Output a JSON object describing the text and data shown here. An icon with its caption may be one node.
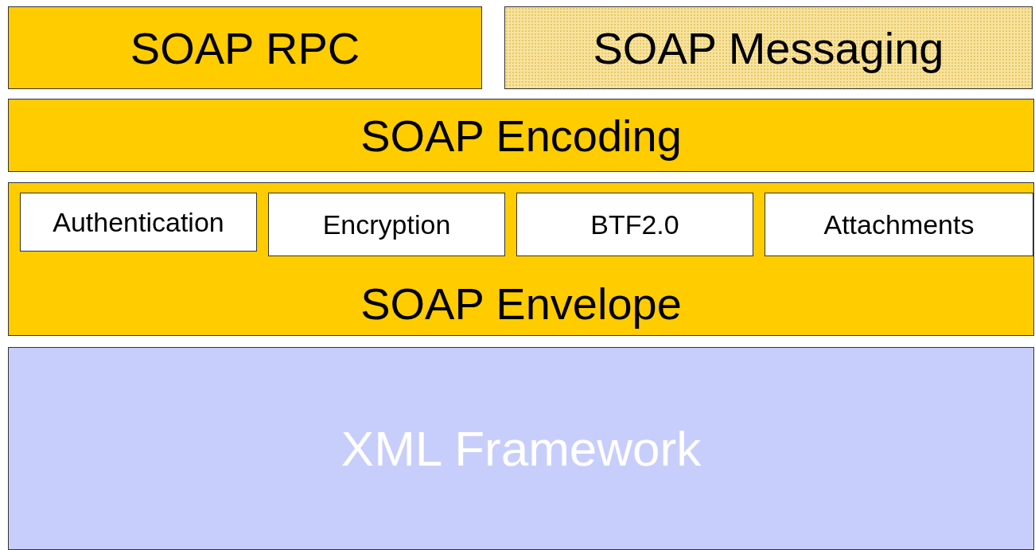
{
  "diagram": {
    "nodes": [
      {
        "text": [
          "SOAP RPC"
        ]
      },
      {
        "text": [
          "SOAP Messaging"
        ]
      },
      {
        "text": [
          "SOAP Encoding"
        ]
      },
      {
        "text": [
          "SOAP Envelope"
        ]
      },
      {
        "text": [
          "Authentication"
        ],
        "in": 3
      },
      {
        "text": [
          "Encryption"
        ],
        "in": 3
      },
      {
        "text": [
          "BTF2.0"
        ],
        "in": 3
      },
      {
        "text": [
          "Attachments"
        ],
        "in": 3
      },
      {
        "text": [
          "XML Framework"
        ]
      }
    ]
  }
}
